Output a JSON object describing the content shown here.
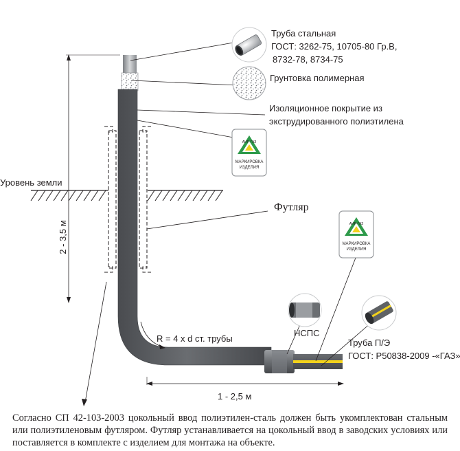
{
  "labels": {
    "steel_pipe": [
      "Труба стальная",
      "ГОСТ: 3262-75, 10705-80 Гр.В,",
      "8732-78, 8734-75"
    ],
    "primer": "Грунтовка полимерная",
    "insulation": [
      "Изоляционное покрытие из",
      "экструдированного полиэтилена"
    ],
    "ground_level": "Уровень земли",
    "case": "Футляр",
    "nsps": "НСПС",
    "pe_pipe": [
      "Труба П/Э",
      "ГОСТ: Р50838-2009 -«ГАЗ»"
    ],
    "radius": "R = 4 x d ст. трубы"
  },
  "dimensions": {
    "vertical": "2 - 3,5 м",
    "horizontal": "1 - 2,5 м"
  },
  "badge": {
    "brand": "АИР-ГАЗ",
    "line1": "МАРКИРОВКА",
    "line2": "ИЗДЕЛИЯ"
  },
  "caption": "Согласно СП 42-103-2003 цокольный ввод полиэтилен-сталь должен быть укомплектован стальным или полиэтиленовым футляром. Футляр устанавливается на цокольный ввод в заводских условиях или поставляется в комплекте с изделием для монтажа на объекте.",
  "colors": {
    "pipe": "#5f6265",
    "pipe_dark": "#3b3d40",
    "steel": "#a7aaad",
    "yellow_stripe": "#f2d21b",
    "badge_green": "#2e9a4a",
    "badge_yellow": "#f3d11c"
  }
}
